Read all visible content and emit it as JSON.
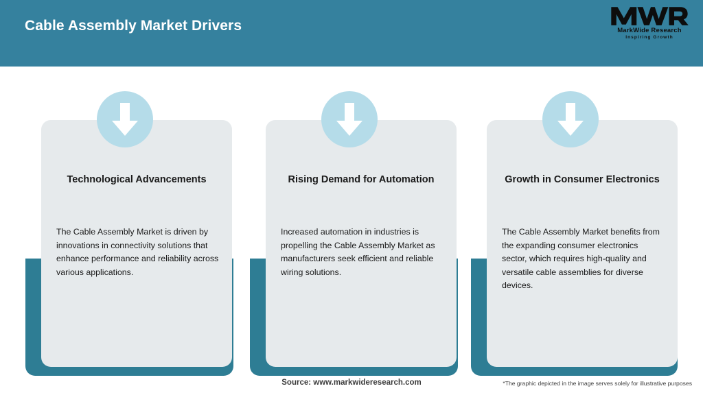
{
  "header": {
    "title": "Cable Assembly Market Drivers",
    "band_color": "#35819E",
    "logo": {
      "mark_text": "MWR",
      "name": "MarkWide Research",
      "tagline": "Inspiring Growth"
    }
  },
  "theme": {
    "accent_teal": "#2E7D94",
    "card_bg": "#E6EAEC",
    "icon_circle": "#B5DCE9",
    "page_bg": "#FFFFFF",
    "text": "#1A1A1A"
  },
  "cards": [
    {
      "icon": "arrow-down-icon",
      "title": "Technological Advancements",
      "body": "The Cable Assembly Market is driven by innovations in connectivity solutions that enhance performance and reliability across various applications."
    },
    {
      "icon": "arrow-down-icon",
      "title": "Rising Demand for Automation",
      "body": "Increased automation in industries is propelling the Cable Assembly Market as manufacturers seek efficient and reliable wiring solutions."
    },
    {
      "icon": "arrow-down-icon",
      "title": "Growth in Consumer Electronics",
      "body": "The Cable Assembly Market benefits from the expanding consumer electronics sector, which requires high-quality and versatile cable assemblies for diverse devices."
    }
  ],
  "footer": {
    "source": "Source: www.markwideresearch.com",
    "disclaimer": "*The graphic depicted in the image serves solely for illustrative purposes"
  }
}
